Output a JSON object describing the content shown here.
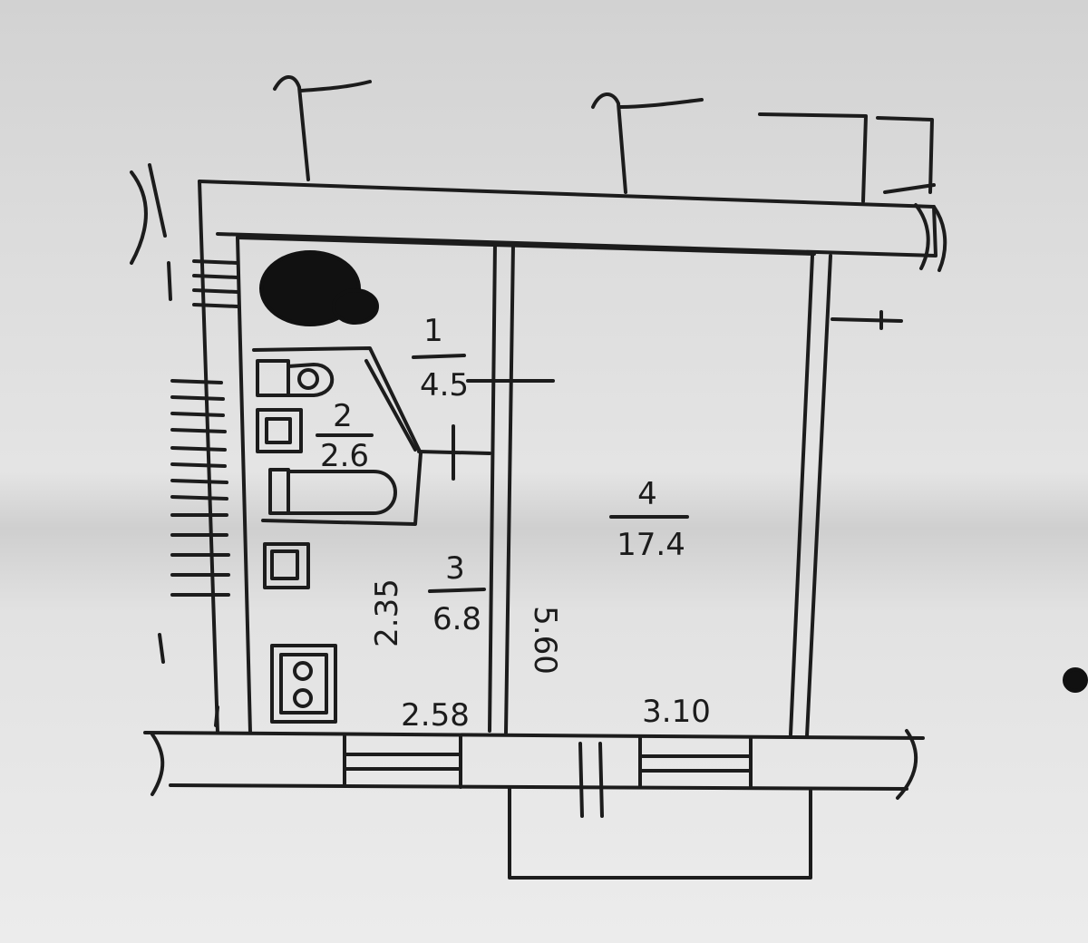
{
  "rooms": [
    {
      "number": "1",
      "area": "4.5"
    },
    {
      "number": "2",
      "area": "2.6"
    },
    {
      "number": "3",
      "area": "6.8"
    },
    {
      "number": "4",
      "area": "17.4"
    }
  ],
  "dimensions": {
    "kitchen_width": "2.58",
    "kitchen_depth": "2.35",
    "room_depth": "5.60",
    "room_width": "3.10"
  },
  "colors": {
    "ink": "#1c1c1c",
    "paper": "#e0e0e0",
    "redaction": "#111111"
  },
  "icons": [
    "toilet-icon",
    "sink-icon",
    "bathtub-icon",
    "stove-icon"
  ]
}
